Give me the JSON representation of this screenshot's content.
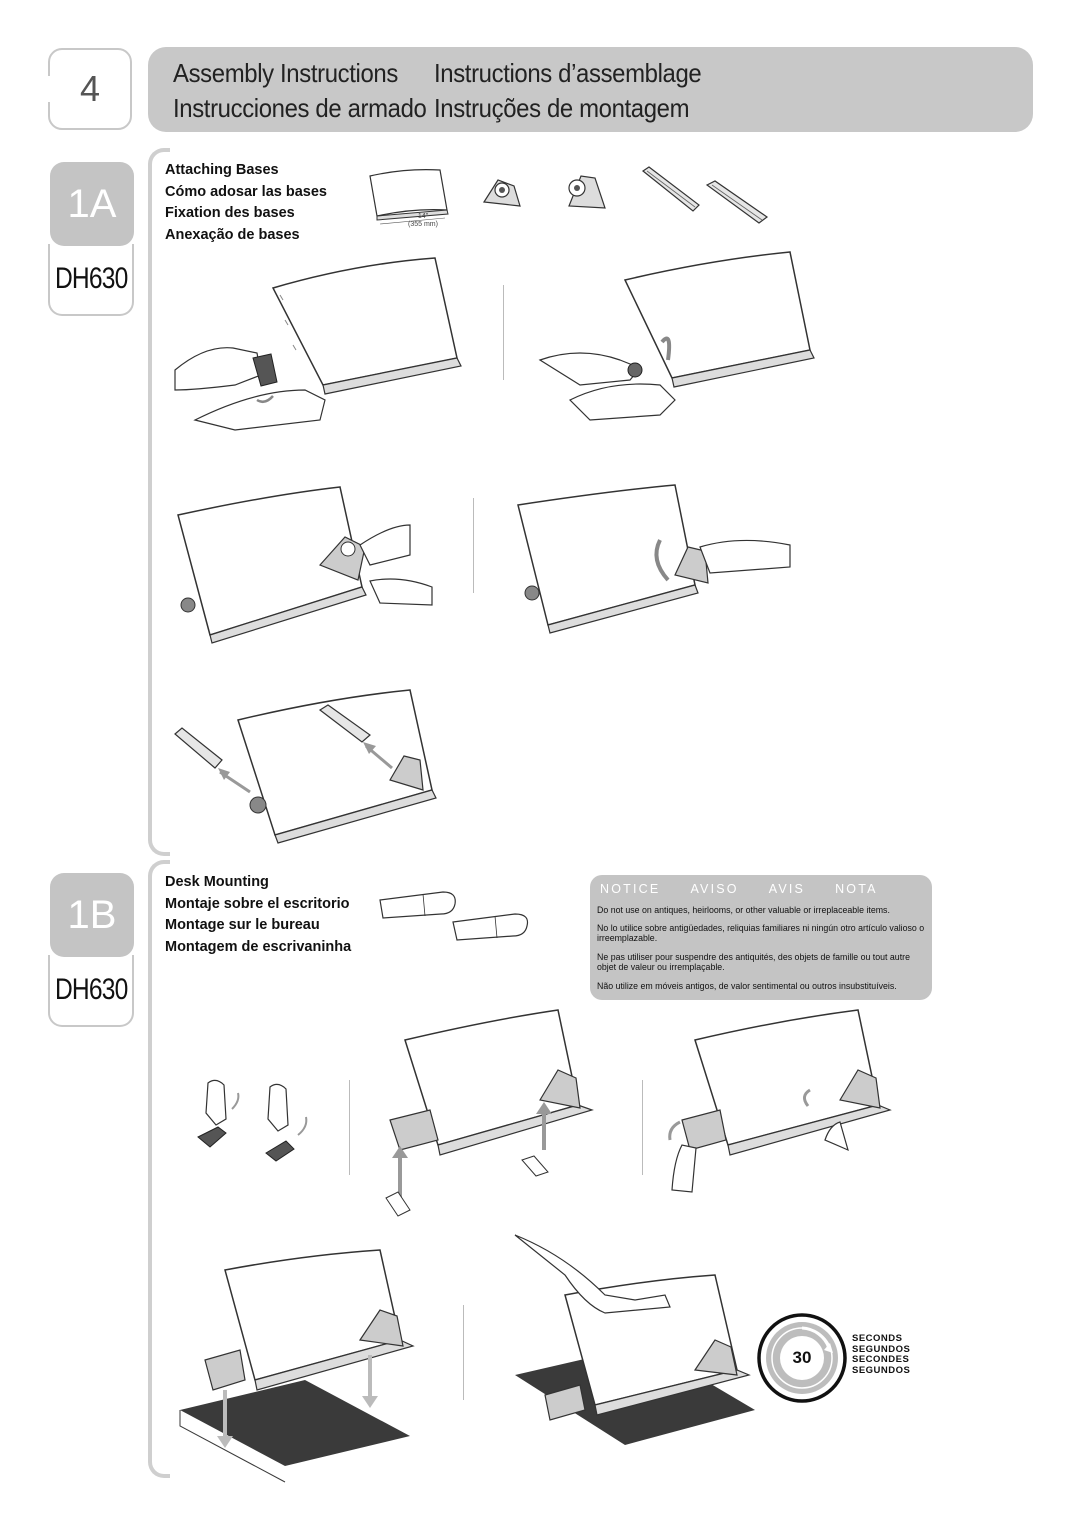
{
  "page_number": "4",
  "header": {
    "title_en": "Assembly Instructions",
    "title_fr": "Instructions d’assemblage",
    "title_es": "Instrucciones de armado",
    "title_pt": "Instruções de montagem"
  },
  "section_1a": {
    "badge": "1A",
    "model": "DH630",
    "titles": [
      "Attaching Bases",
      "Cómo adosar las bases",
      "Fixation des bases",
      "Anexação de bases"
    ],
    "dimension": "14”",
    "dimension_mm": "(355 mm)"
  },
  "section_1b": {
    "badge": "1B",
    "model": "DH630",
    "titles": [
      "Desk Mounting",
      "Montaje sobre el escritorio",
      "Montage sur le bureau",
      "Montagem de escrivaninha"
    ]
  },
  "notice": {
    "headings": [
      "NOTICE",
      "AVISO",
      "AVIS",
      "NOTA"
    ],
    "lines": [
      "Do not use on antiques, heirlooms, or other valuable or irreplaceable items.",
      "No lo utilice sobre antigüedades, reliquias familiares ni ningún otro artículo valioso o irreemplazable.",
      "Ne pas utiliser pour suspendre des antiquités, des objets de famille ou tout autre objet de valeur ou irremplaçable.",
      "Não utilize em móveis antigos, de valor sentimental ou outros insubstituíveis."
    ]
  },
  "timer": {
    "value": "30",
    "labels": [
      "SECONDS",
      "SEGUNDOS",
      "SECONDES",
      "SEGUNDOS"
    ]
  },
  "colors": {
    "panel_gray": "#c8c8c8",
    "badge_gray": "#c4c4c4",
    "desk_dark": "#3a3a3a",
    "arrow_gray": "#999999"
  }
}
